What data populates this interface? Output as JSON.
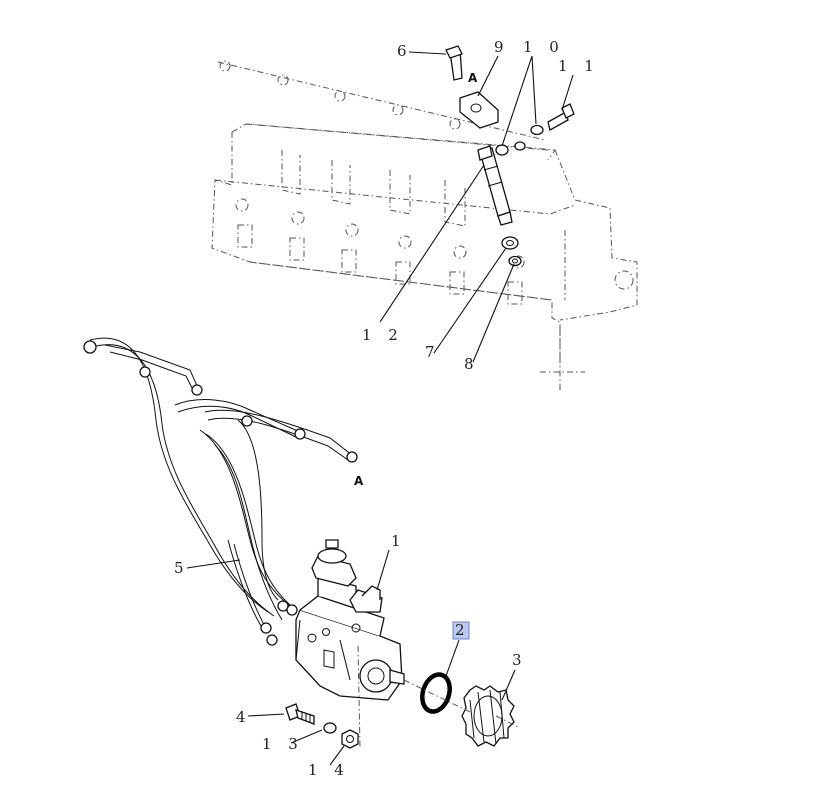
{
  "diagram": {
    "view_markers": [
      "A",
      "A"
    ],
    "callouts": [
      {
        "id": "1",
        "label": "1"
      },
      {
        "id": "2",
        "label": "2",
        "highlighted": true
      },
      {
        "id": "3",
        "label": "3"
      },
      {
        "id": "4",
        "label": "4"
      },
      {
        "id": "5",
        "label": "5"
      },
      {
        "id": "6",
        "label": "6"
      },
      {
        "id": "7",
        "label": "7"
      },
      {
        "id": "8",
        "label": "8"
      },
      {
        "id": "9",
        "label": "9"
      },
      {
        "id": "10",
        "label": "1 0"
      },
      {
        "id": "11",
        "label": "1 1"
      },
      {
        "id": "12",
        "label": "1 2"
      },
      {
        "id": "13",
        "label": "1 3"
      },
      {
        "id": "14",
        "label": "1 4"
      }
    ],
    "highlight_color": "#b8c8ef"
  }
}
